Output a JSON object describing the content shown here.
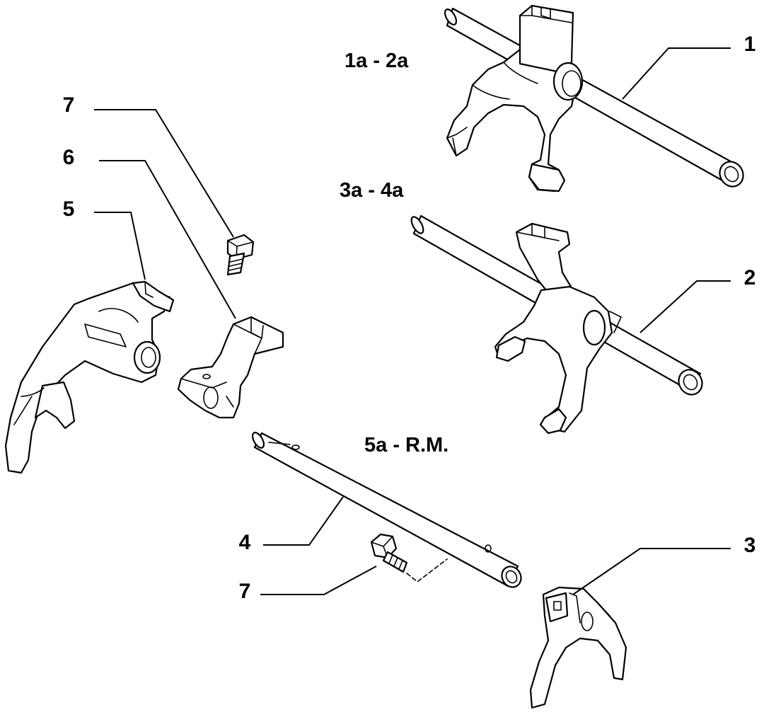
{
  "labels": {
    "group_1a_2a": "1a - 2a",
    "group_3a_4a": "3a - 4a",
    "group_5a_rm": "5a - R.M."
  },
  "callouts": [
    {
      "id": "rod-1-2",
      "number": "1"
    },
    {
      "id": "rod-3-4",
      "number": "2"
    },
    {
      "id": "fork-5-rm",
      "number": "3"
    },
    {
      "id": "rod-5-rm",
      "number": "4"
    },
    {
      "id": "fork-left",
      "number": "5"
    },
    {
      "id": "lever",
      "number": "6"
    },
    {
      "id": "bolt-upper",
      "number": "7"
    },
    {
      "id": "bolt-lower",
      "number": "7"
    }
  ],
  "colors": {
    "line": "#000000",
    "background": "#ffffff"
  }
}
